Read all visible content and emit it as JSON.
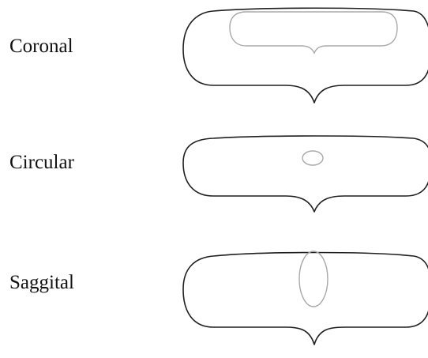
{
  "rows": [
    {
      "label": "Coronal",
      "inner_shape": "wide-rounded-band-near-top"
    },
    {
      "label": "Circular",
      "inner_shape": "small-central-oval"
    },
    {
      "label": "Saggital",
      "inner_shape": "tall-vertical-oval"
    }
  ],
  "colors": {
    "background": "#ffffff",
    "outline": "#1f1f1f",
    "inner": "#a9a9a9",
    "text": "#111111"
  }
}
